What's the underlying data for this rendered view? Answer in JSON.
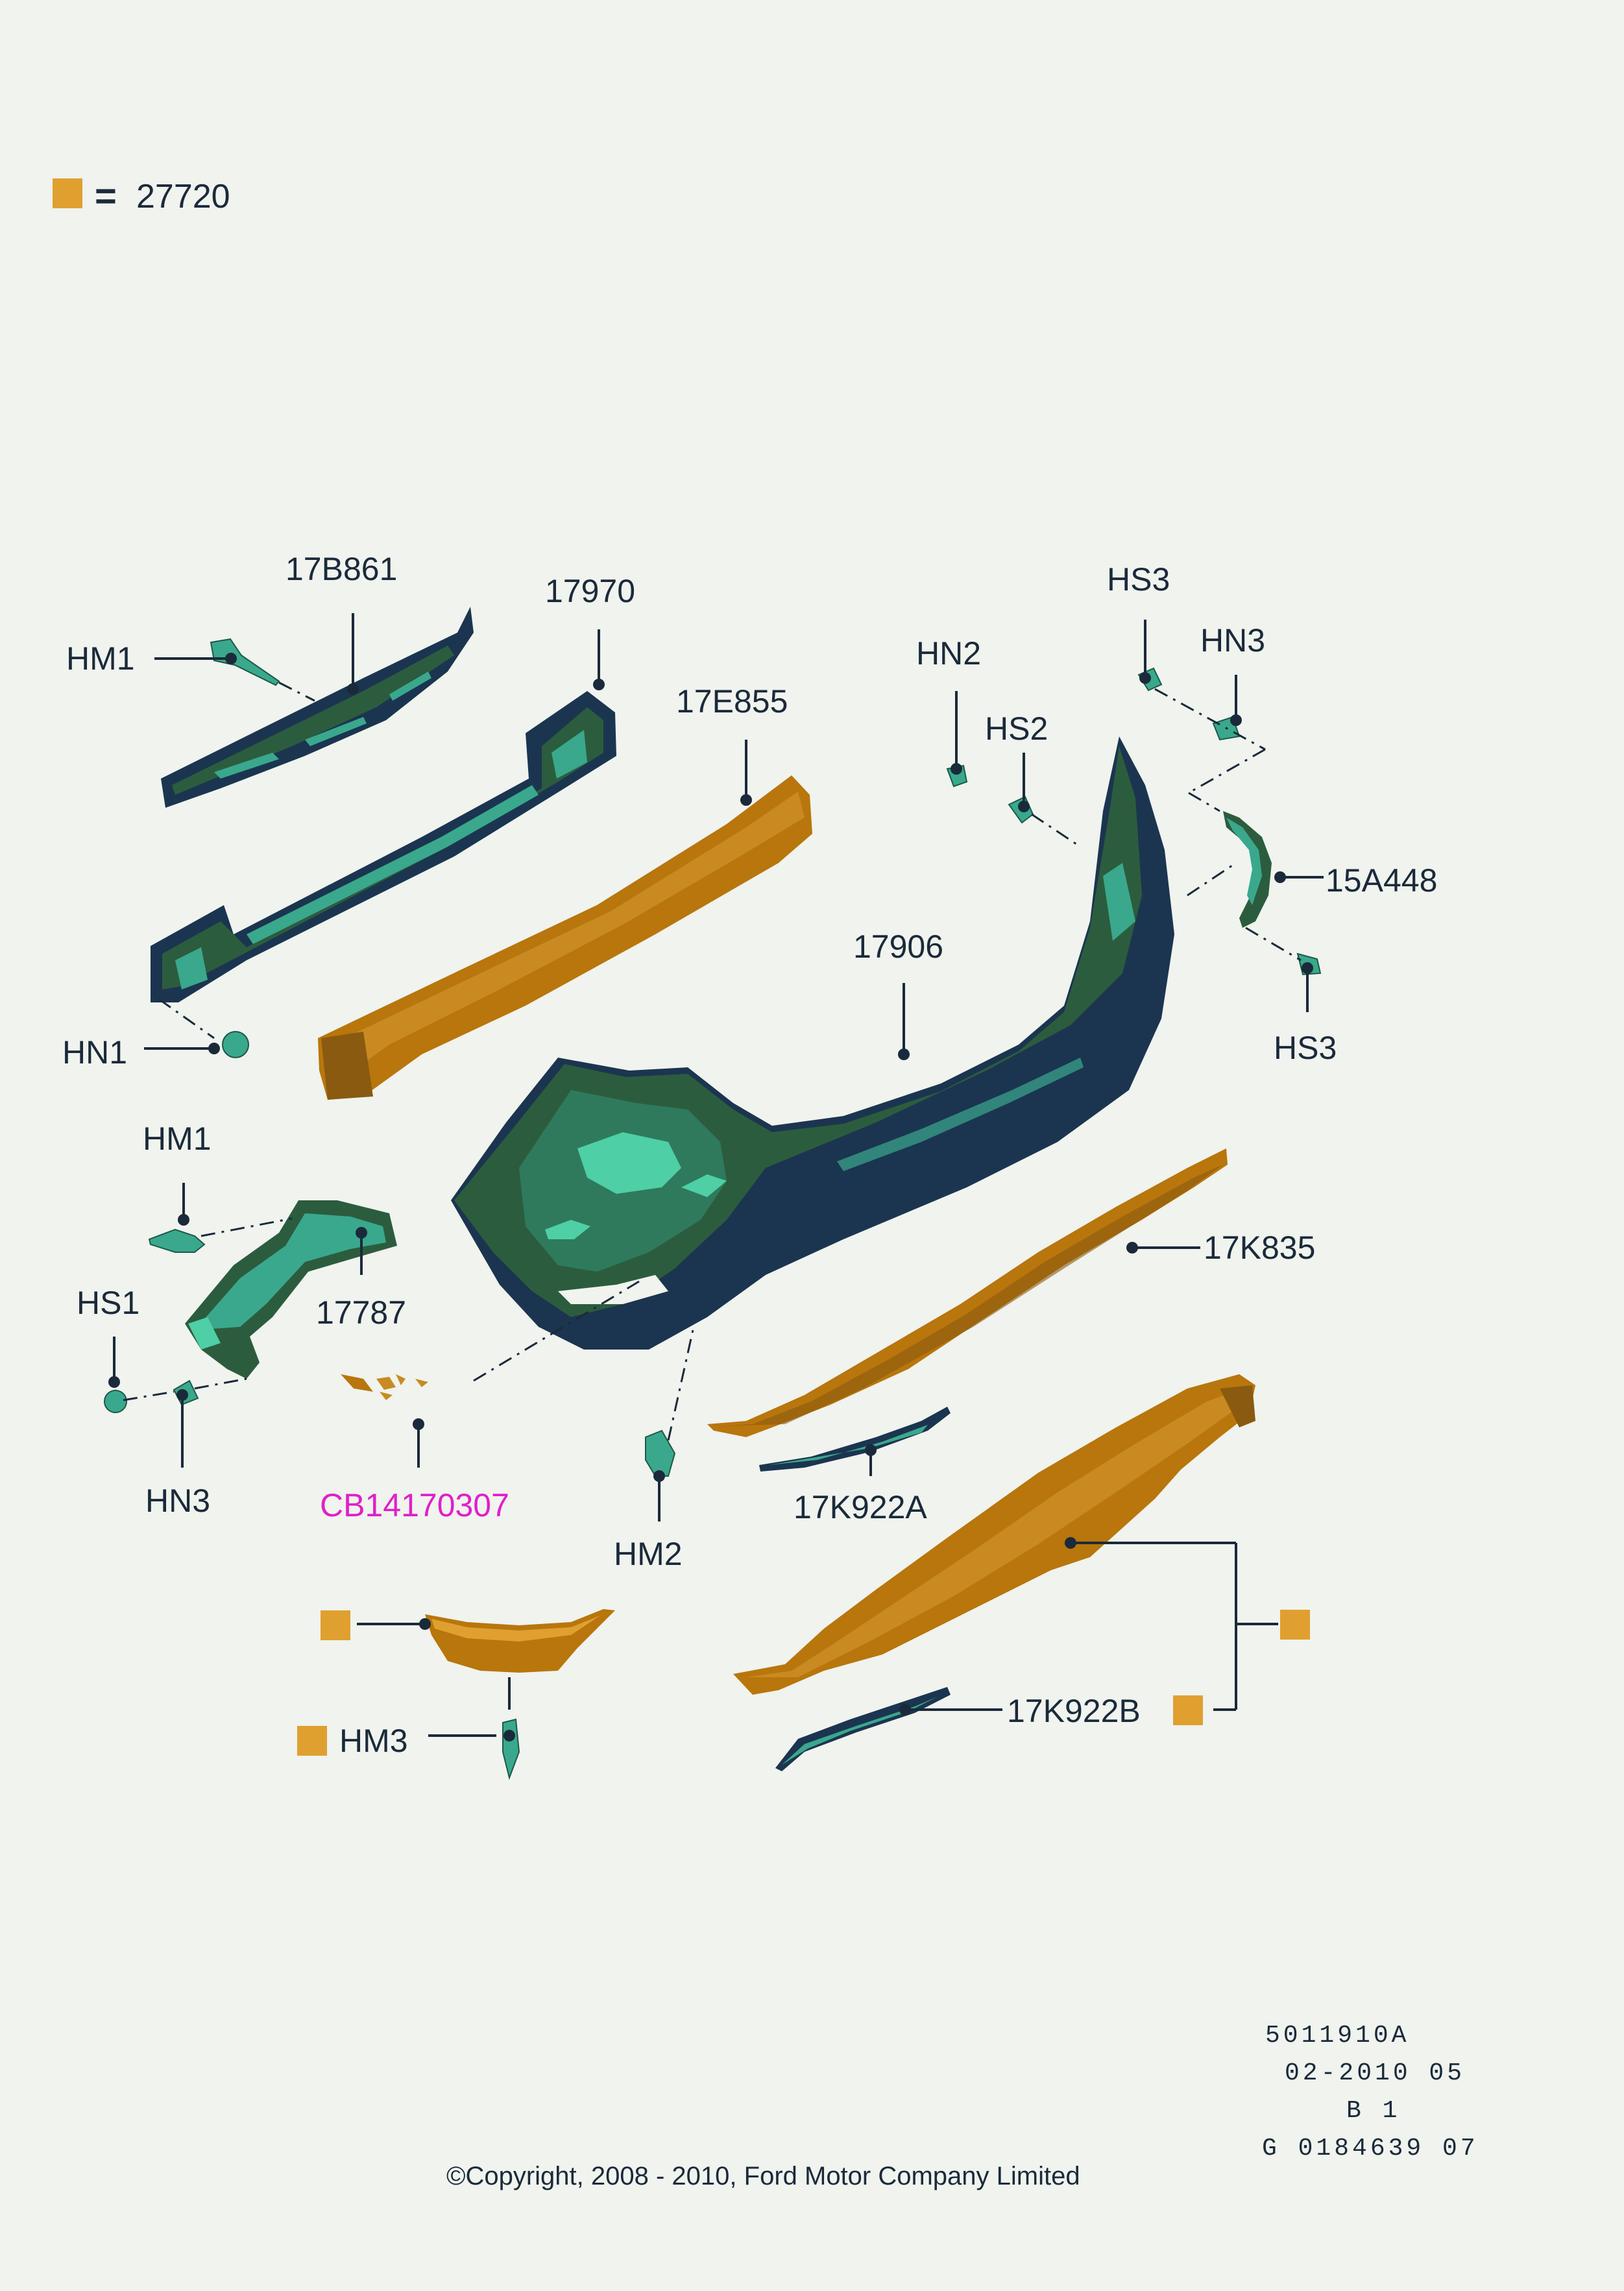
{
  "colors": {
    "background": "#f0f3ee",
    "legend_swatch": "#e0a030",
    "part_orange": "#b8760c",
    "part_dark_green": "#2c5c3e",
    "part_navy": "#1b3550",
    "part_teal": "#3aa88c",
    "highlight_mint": "#4ecfa6",
    "leader_line": "#1b2a3a",
    "label_text": "#1b2a3a",
    "label_magenta": "#e020c8"
  },
  "legend": {
    "value": "27720"
  },
  "labels": {
    "hm1_top": "HM1",
    "p17b861": "17B861",
    "p17970": "17970",
    "p17e855": "17E855",
    "hn2": "HN2",
    "hs2": "HS2",
    "hs3_top": "HS3",
    "hn3_top": "HN3",
    "p15a448": "15A448",
    "hs3_bottom": "HS3",
    "hn1": "HN1",
    "p17906": "17906",
    "hm1_lower": "HM1",
    "p17787": "17787",
    "hs1": "HS1",
    "hn3_lower": "HN3",
    "cb": "CB14170307",
    "hm2": "HM2",
    "p17k835": "17K835",
    "p17k922a": "17K922A",
    "hm3": "HM3",
    "p17k922b": "17K922B"
  },
  "footer": {
    "line1": "5011910A",
    "line2": "02-2010 05",
    "line3": "B 1",
    "line4": "G 0184639 07",
    "copyright": "©Copyright, 2008 - 2010, Ford Motor Company Limited"
  }
}
